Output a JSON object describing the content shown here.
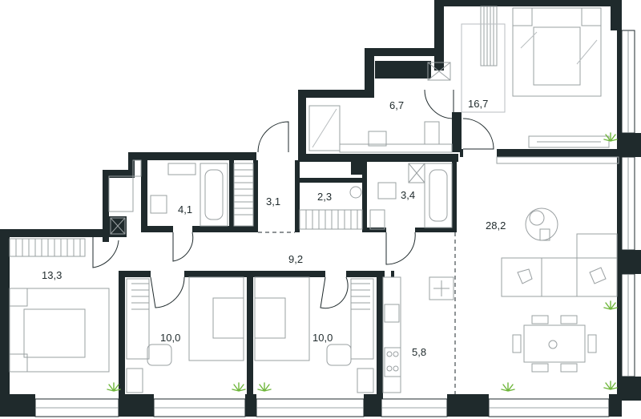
{
  "rooms": [
    {
      "id": "bedroom-top-right",
      "area": "16,7"
    },
    {
      "id": "bathroom-top",
      "area": "6,7"
    },
    {
      "id": "bathroom-left",
      "area": "4,1"
    },
    {
      "id": "wardrobe-center",
      "area": "3,1"
    },
    {
      "id": "storage-laundry",
      "area": "2,3"
    },
    {
      "id": "wc-small",
      "area": "3,4"
    },
    {
      "id": "living-kitchen",
      "area": "28,2"
    },
    {
      "id": "bedroom-left",
      "area": "13,3"
    },
    {
      "id": "hallway",
      "area": "9,2"
    },
    {
      "id": "bedroom-child-1",
      "area": "10,0"
    },
    {
      "id": "bedroom-child-2",
      "area": "10,0"
    },
    {
      "id": "kitchen",
      "area": "5,8"
    }
  ],
  "colors": {
    "wall": "#1f2a2c",
    "plant": "#6fb63b",
    "fixture": "#9aa0a2"
  }
}
